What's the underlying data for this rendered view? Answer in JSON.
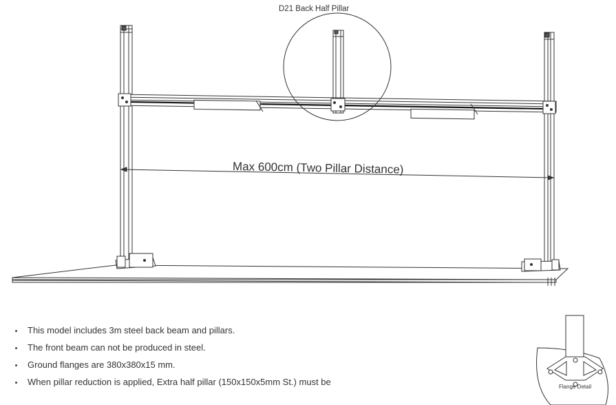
{
  "drawing": {
    "callout_label": "D21 Back Half Pillar",
    "dimension_label": "Max 600cm (Two Pillar Distance)",
    "flange_detail_label": "Flange Detail"
  },
  "notes": [
    "This model includes 3m steel back beam and pillars.",
    "The front beam can not be produced in steel.",
    "Ground flanges are 380x380x15 mm.",
    " When pillar reduction is applied, Extra half pillar (150x150x5mm St.) must be"
  ]
}
